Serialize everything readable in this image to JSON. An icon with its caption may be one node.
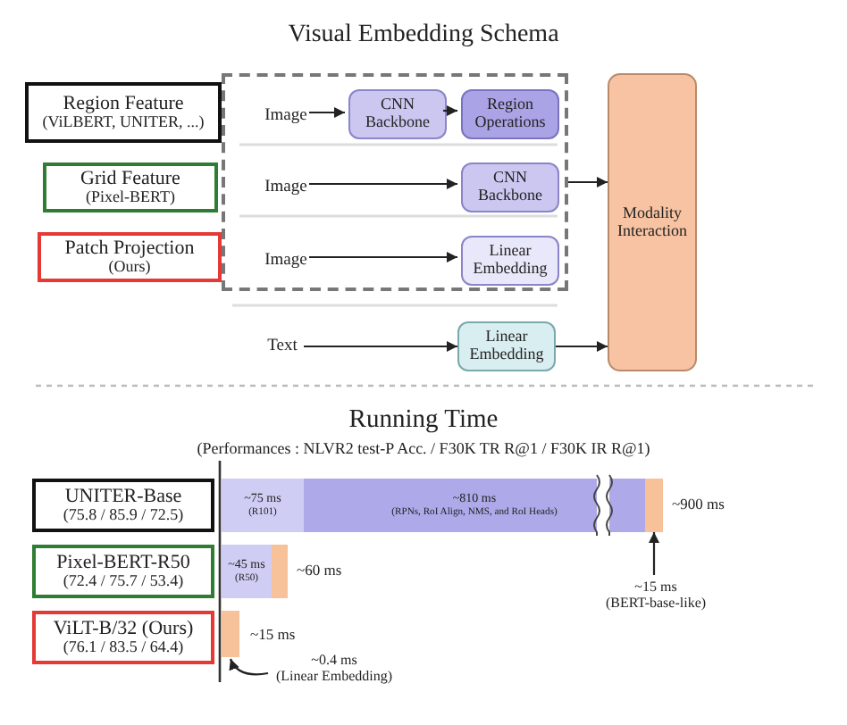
{
  "diagram": {
    "title": "Visual Embedding Schema",
    "nodes": [
      {
        "text": [
          "Region Feature",
          "(ViLBERT, UNITER, ...)"
        ]
      },
      {
        "text": [
          "Grid Feature",
          "(Pixel-BERT)"
        ]
      },
      {
        "text": [
          "Patch Projection",
          "(Ours)"
        ]
      },
      {
        "text": [],
        "shape": "box"
      },
      {
        "text": [
          "Image"
        ],
        "in": 3
      },
      {
        "text": [
          "CNN Backbone"
        ],
        "in": 3
      },
      {
        "text": [
          "Region Operations"
        ],
        "in": 3
      },
      {
        "text": [
          "Image"
        ],
        "in": 3
      },
      {
        "text": [
          "CNN Backbone"
        ],
        "in": 3
      },
      {
        "text": [
          "Image"
        ],
        "in": 3
      },
      {
        "text": [
          "Linear Embedding"
        ],
        "in": 3
      },
      {
        "text": [
          "Text"
        ]
      },
      {
        "text": [
          "Linear Embedding"
        ]
      },
      {
        "text": [
          "Modality Interaction"
        ]
      },
      {
        "text": [
          "UNITER-Base",
          "(75.8 / 85.9 / 72.5)"
        ]
      },
      {
        "text": [
          "Pixel-BERT-R50",
          "(72.4 / 75.7 / 53.4)"
        ]
      },
      {
        "text": [
          "ViLT-B/32 (Ours)",
          "(76.1 / 83.5 / 64.4)"
        ]
      },
      {
        "text": [
          "~75 ms",
          "(R101)"
        ]
      },
      {
        "text": [
          "~810 ms",
          "(RPNs, RoI Align, NMS, and RoI Heads)"
        ]
      },
      {
        "text": [],
        "shape": "bar",
        "beside": [
          "~900 ms"
        ]
      },
      {
        "text": [
          "~45 ms",
          "(R50)"
        ]
      },
      {
        "text": [],
        "shape": "bar",
        "beside": [
          "~60 ms"
        ]
      },
      {
        "text": [],
        "shape": "bar",
        "beside": [
          "~15 ms"
        ]
      },
      {
        "text": [
          "~15 ms",
          "(BERT-base-like)"
        ]
      },
      {
        "text": [
          "~0.4 ms",
          "(Linear Embedding)"
        ]
      }
    ],
    "edges": [
      {
        "from": 4,
        "to": 5,
        "arrow": "to"
      },
      {
        "from": 5,
        "to": 6,
        "arrow": "to"
      },
      {
        "from": 7,
        "to": 8,
        "arrow": "to"
      },
      {
        "from": 9,
        "to": 10,
        "arrow": "to"
      },
      {
        "from": 11,
        "to": 12,
        "arrow": "to"
      },
      {
        "from": 3,
        "to": 13,
        "arrow": "to"
      },
      {
        "from": 12,
        "to": 13,
        "arrow": "to"
      },
      {
        "from": 23,
        "to": 19,
        "arrow": "to"
      },
      {
        "from": 24,
        "to": 22,
        "arrow": "to"
      }
    ],
    "labels": [
      "Running Time",
      "(Performances : NLVR2 test-P Acc. / F30K TR R@1 / F30K IR R@1)"
    ]
  }
}
